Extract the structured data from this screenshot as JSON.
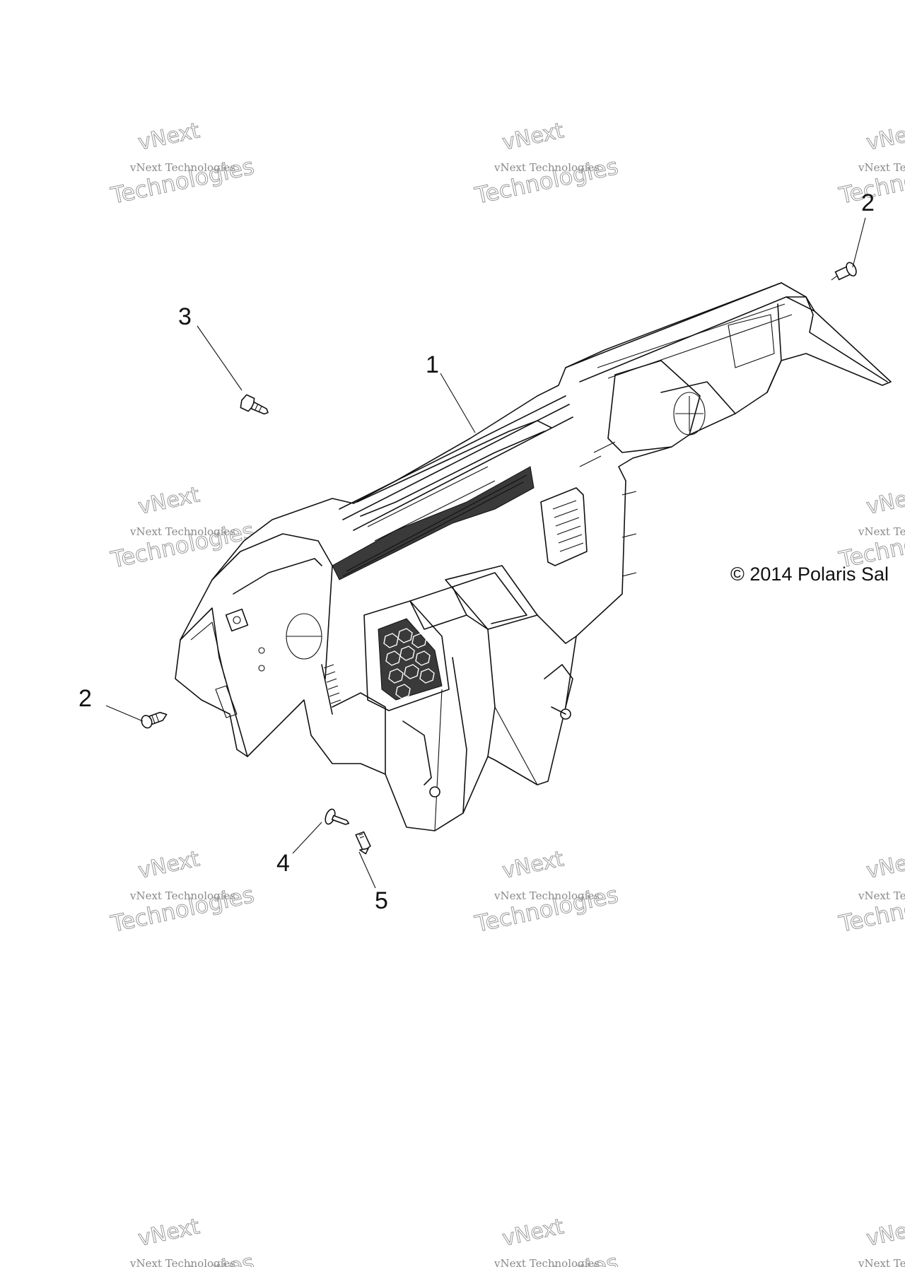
{
  "watermark": {
    "line1": "vNext Technologies",
    "line2": "vNext",
    "line3": "Technologies"
  },
  "copyright": "© 2014 Polaris Sal",
  "callouts": [
    {
      "number": "1"
    },
    {
      "number": "2"
    },
    {
      "number": "2"
    },
    {
      "number": "3"
    },
    {
      "number": "4"
    },
    {
      "number": "5"
    }
  ]
}
